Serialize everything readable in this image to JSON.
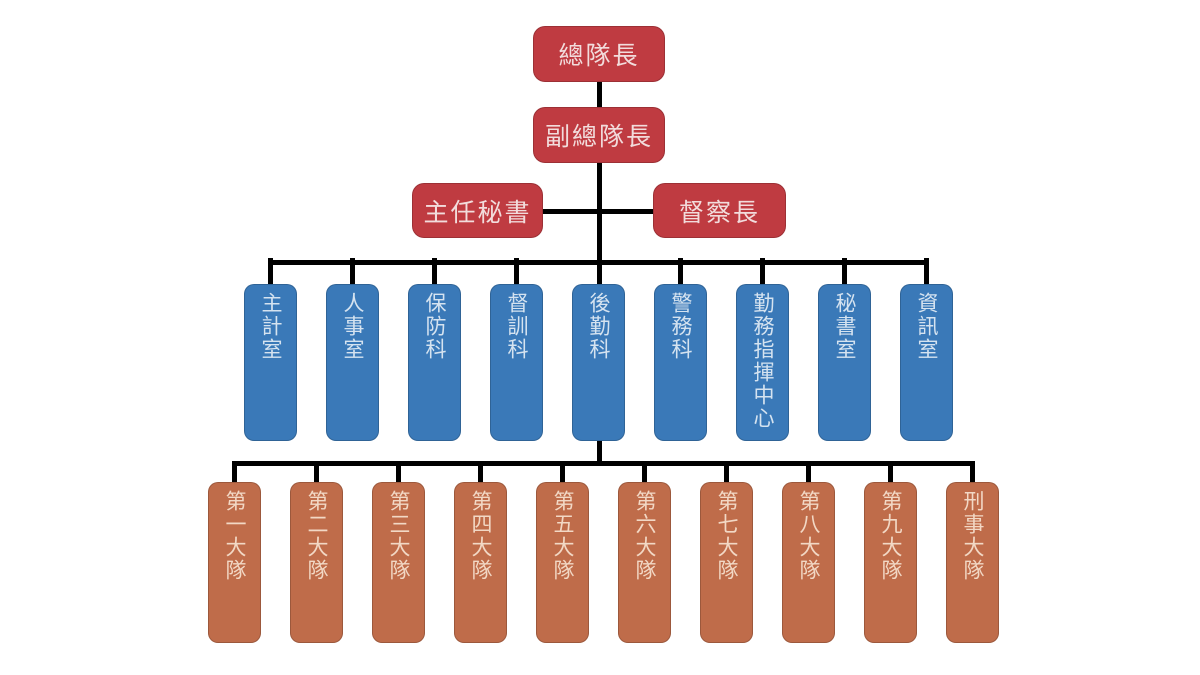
{
  "page": {
    "type": "organization-chart",
    "background": "#FFFFFF"
  },
  "palette": {
    "level_red": "#BF3B41",
    "dept_blue": "#3A79B8",
    "brigade_orange": "#BF6C4A",
    "connector_black": "#000000",
    "red_text": "#F2DCDC",
    "blue_text": "#D5E3F0",
    "orange_text": "#F2D8C5"
  },
  "org": {
    "chief": "總隊長",
    "deputy_chief": "副總隊長",
    "staff": [
      {
        "label": "主任秘書"
      },
      {
        "label": "督察長"
      }
    ],
    "departments": [
      "主計室",
      "人事室",
      "保防科",
      "督訓科",
      "後勤科",
      "警務科",
      "勤務指揮中心",
      "秘書室",
      "資訊室"
    ],
    "brigades": [
      "第一大隊",
      "第二大隊",
      "第三大隊",
      "第四大隊",
      "第五大隊",
      "第六大隊",
      "第七大隊",
      "第八大隊",
      "第九大隊",
      "刑事大隊"
    ]
  }
}
